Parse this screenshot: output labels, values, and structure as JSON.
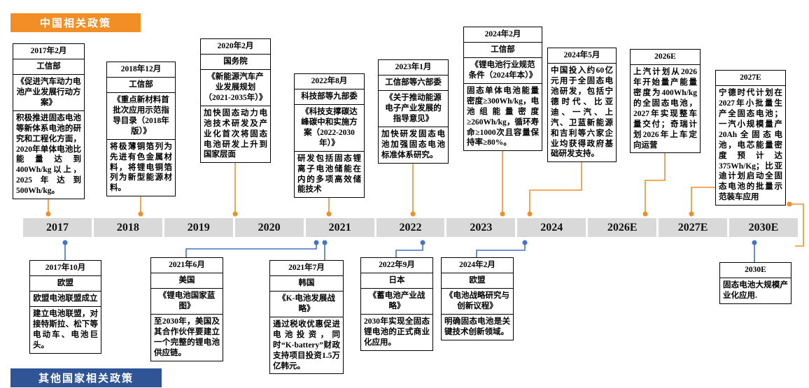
{
  "legend": {
    "china_label": "中国相关政策",
    "other_label": "其他国家相关政策"
  },
  "timeline_years": [
    "2017",
    "2018",
    "2019",
    "2020",
    "2021",
    "2022",
    "2023",
    "2024",
    "2026E",
    "2027E",
    "2030E"
  ],
  "china_policies": [
    {
      "date": "2017年2月",
      "agency": "工信部",
      "title": "《促进汽车动力电池产业发展行动方案》",
      "desc": "积极推进固态电池等新体系电池的研究和工程化方面，2020年单体电池比能量达到400Wh/kg以上，2025年达到500Wh/kg。"
    },
    {
      "date": "2018年12月",
      "agency": "工信部",
      "title": "《重点新材料首批次应用示范指导目录（2018年版）》",
      "desc": "将极薄铜箔列为先进有色金属材料，将锂电铜箔列为新型能源材料。"
    },
    {
      "date": "2020年2月",
      "agency": "国务院",
      "title": "《新能源汽车产业发展规划（2021-2035年）》",
      "desc": "加快固态动力电池技术研发及产业化首次将固态电池研发上升到国家层面"
    },
    {
      "date": "2022年8月",
      "agency": "科技部等九部委",
      "title": "《科技支撑碳达峰碳中和实施方案（2022-2030年）》",
      "desc": "研发包括固态锂离子电池储能在内的多项高效储能技术"
    },
    {
      "date": "2023年1月",
      "agency": "工信部等六部委",
      "title": "《关于推动能源电子产业发展的指导意见》",
      "desc": "加快研发固态电池加强固态电池标准体系研究。"
    },
    {
      "date": "2024年2月",
      "agency": "工信部",
      "title": "《锂电池行业规范条件（2024年本）》",
      "desc": "固态单体电池能量密度≥300Wh/kg，电池组能量密度≥260Wh/kg，循环寿命≥1000次且容量保持率≥80%。"
    },
    {
      "date": "2024年5月",
      "desc": "中国投入约60亿元用于全固态电池研发，包括宁德时代、比亚迪、一汽、上汽、卫蓝新能源和吉利等六家企业均获得政府基础研发支持。"
    },
    {
      "date": "2026E",
      "desc": "上汽计划从2026年开始量产能量密度为400Wh/kg的全固态电池，2027年实现整车量交付；奇瑞计划2026年上车定向运营"
    },
    {
      "date": "2027E",
      "desc": "宁德时代计划在2027年小批量生产全固态电池；一汽小规模量产20Ah全固态电池，电芯能量密度预计达375Wh/Kg；比亚迪计划启动全固态电池的批量示范装车应用"
    }
  ],
  "other_policies": [
    {
      "date": "2017年10月",
      "agency": "欧盟",
      "title": "欧盟电池联盟成立",
      "desc": "建立电池联盟，对接特斯拉、松下等电动车、电池巨头。"
    },
    {
      "date": "2021年6月",
      "agency": "美国",
      "title": "《锂电池国家蓝图》",
      "desc": "至2030年，美国及其合作伙伴要建立一个完整的锂电池供应链。"
    },
    {
      "date": "2021年7月",
      "agency": "韩国",
      "title": "《K-电池发展战略》",
      "desc": "通过税收优惠促进电池投资，同时“K-battery”财政支持项目投资1.5万亿韩元。"
    },
    {
      "date": "2022年9月",
      "agency": "日本",
      "title": "《蓄电池产业战略》",
      "desc": "2030年实现全固态锂电池的正式商业化应用。"
    },
    {
      "date": "2024年2月",
      "agency": "欧盟",
      "title": "《电池战略研究与创新议程》",
      "desc": "明确固态电池是关键技术创新领域。"
    },
    {
      "date": "2030E",
      "desc": "固态电池大规模产业化应用."
    }
  ],
  "colors": {
    "orange": "#F28E26",
    "label_blue": "#2F5597",
    "connector_blue": "#4472C4",
    "timeline_gray": "#D9D9D9"
  }
}
